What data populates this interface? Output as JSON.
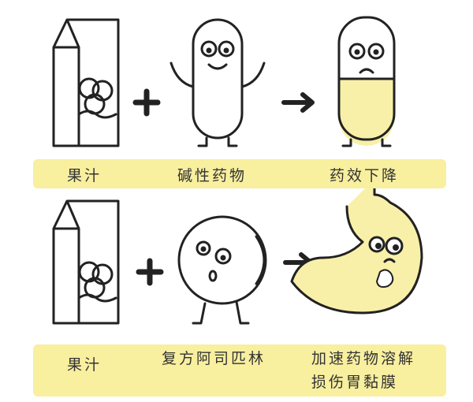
{
  "row1": {
    "item1": "果汁",
    "item2": "碱性药物",
    "result": "药效下降"
  },
  "row2": {
    "item1": "果汁",
    "item2": "复方阿司匹林",
    "result_line1": "加速药物溶解",
    "result_line2": "损伤胃黏膜"
  },
  "colors": {
    "band": "#f8ef9f",
    "ink": "#222222",
    "pill_fill": "#f8f0a8"
  }
}
